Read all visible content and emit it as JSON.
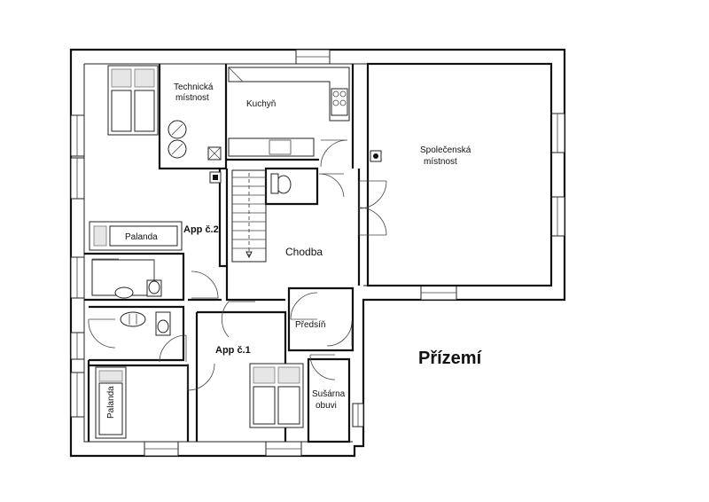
{
  "floor_title": "Přízemí",
  "rooms": {
    "technicka_line1": "Technická",
    "technicka_line2": "místnost",
    "kuchyn": "Kuchyň",
    "spolecenska_line1": "Společenská",
    "spolecenska_line2": "místnost",
    "app2": "App č.2",
    "chodba": "Chodba",
    "palanda_top": "Palanda",
    "predsin": "Předsíň",
    "app1": "App č.1",
    "susarna_line1": "Sušárna",
    "susarna_line2": "obuvi",
    "palanda_bottom": "Palanda"
  }
}
